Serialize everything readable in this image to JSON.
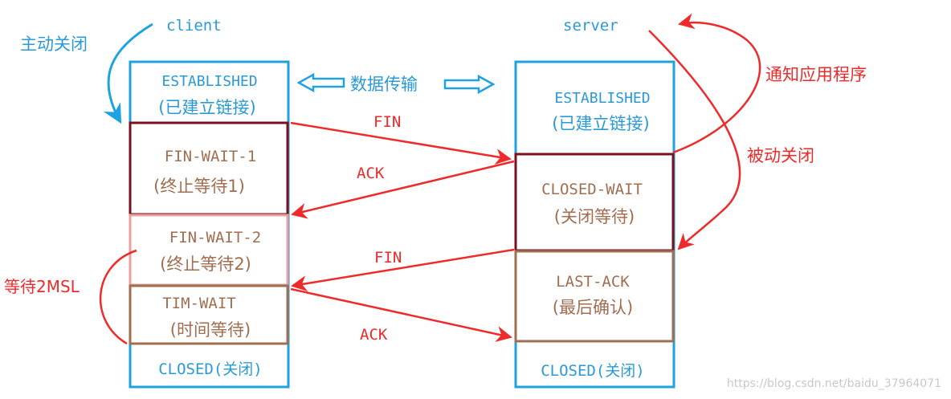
{
  "labels": {
    "client": "client",
    "server": "server",
    "active_close": "主动关闭",
    "passive_close": "被动关闭",
    "notify_app": "通知应用程序",
    "wait_2msl": "等待2MSL",
    "data_transfer": "数据传输",
    "watermark": "https://blog.csdn.net/baidu_37964071"
  },
  "client_states": [
    {
      "name": "ESTABLISHED",
      "desc": "(已建立链接)"
    },
    {
      "name": "FIN-WAIT-1",
      "desc": "(终止等待1)"
    },
    {
      "name": "FIN-WAIT-2",
      "desc": "(终止等待2)"
    },
    {
      "name": "TIM-WAIT",
      "desc": "(时间等待)"
    },
    {
      "name": "CLOSED(关闭)",
      "desc": ""
    }
  ],
  "server_states": [
    {
      "name": "ESTABLISHED",
      "desc": "(已建立链接)"
    },
    {
      "name": "CLOSED-WAIT",
      "desc": "(关闭等待)"
    },
    {
      "name": "LAST-ACK",
      "desc": "(最后确认)"
    },
    {
      "name": "CLOSED(关闭)",
      "desc": ""
    }
  ],
  "messages": [
    {
      "label": "FIN"
    },
    {
      "label": "ACK"
    },
    {
      "label": "FIN"
    },
    {
      "label": "ACK"
    }
  ],
  "colors": {
    "blue": "#1ea2e0",
    "red": "#ee2a2a",
    "dark_red": "#7a1020",
    "brown": "#a06e50",
    "light_red": "#eaa0a0",
    "state_text": "#2a9ad6"
  }
}
